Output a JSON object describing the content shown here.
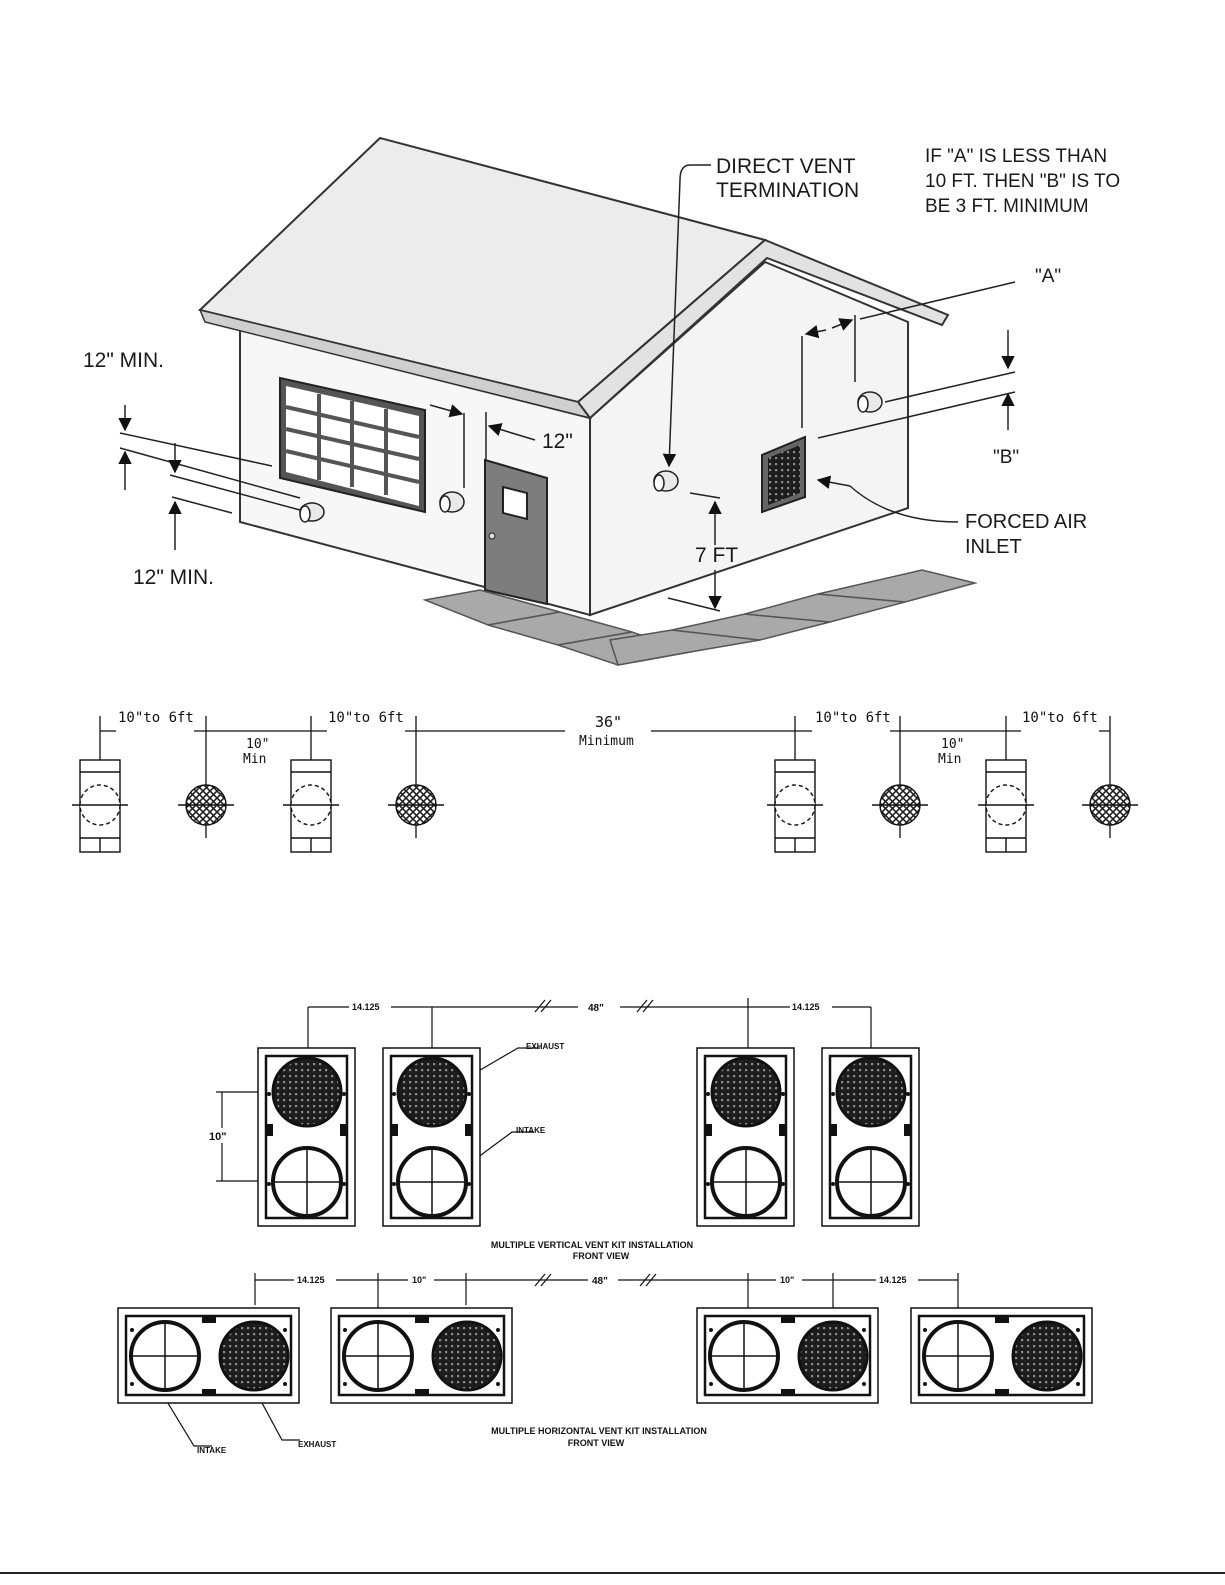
{
  "house": {
    "direct_vent_termination": [
      "DIRECT VENT",
      "TERMINATION"
    ],
    "note": [
      "IF \"A\" IS LESS THAN",
      "10 FT. THEN \"B\" IS TO",
      "BE 3 FT. MINIMUM"
    ],
    "label_a": "\"A\"",
    "label_b": "\"B\"",
    "min_top": "12\" MIN.",
    "min_bottom": "12\" MIN.",
    "door_clearance": "12\"",
    "height_7ft": "7 FT",
    "forced_air_inlet": [
      "FORCED AIR",
      "INLET"
    ]
  },
  "spacing": {
    "pair_spacing": [
      "10\"to 6ft",
      "10\"to 6ft",
      "10\"to 6ft",
      "10\"to 6ft"
    ],
    "ten_in_min": [
      "10\"",
      "Min"
    ],
    "ten_in_min_2": [
      "10\"",
      "Min"
    ],
    "thirty_six": [
      "36\"",
      "Minimum"
    ]
  },
  "vertical_kit": {
    "dim_left": "14.125",
    "dim_mid": "48\"",
    "dim_right": "14.125",
    "dim_vertical": "10\"",
    "exhaust": "EXHAUST",
    "intake": "INTAKE",
    "caption": [
      "MULTIPLE  VERTICAL   VENT  KIT  INSTALLATION",
      "FRONT  VIEW"
    ]
  },
  "horizontal_kit": {
    "dim_1": "14.125",
    "dim_2": "10\"",
    "dim_mid": "48\"",
    "dim_3": "10\"",
    "dim_4": "14.125",
    "intake": "INTAKE",
    "exhaust": "EXHAUST",
    "caption": [
      "MULTIPLE  HORIZONTAL   VENT  KIT  INSTALLATION",
      "FRONT  VIEW"
    ]
  }
}
